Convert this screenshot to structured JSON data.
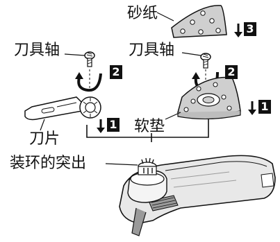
{
  "labels": {
    "sandpaper": "砂纸",
    "tool_shaft_left": "刀具轴",
    "tool_shaft_right": "刀具轴",
    "blade": "刀片",
    "soft_pad": "软垫",
    "ring_protrusion": "装环的突出"
  },
  "steps": {
    "blade_down": "1",
    "blade_rotate": "2",
    "pad_rotate": "2",
    "pad_down": "1",
    "paper_down": "3"
  },
  "colors": {
    "ink": "#111111",
    "pad_fill": "#cfcfcf",
    "tool_body": "#e8e8e8",
    "tool_shade": "#9a9a9a"
  },
  "icons": {
    "down_arrow": "down-arrow-icon",
    "rotate_arrow": "rotate-arrow-icon"
  }
}
